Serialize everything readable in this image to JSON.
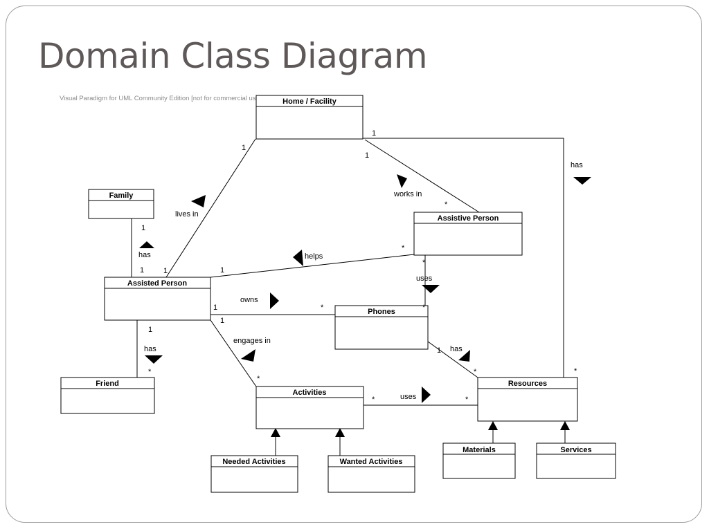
{
  "slide": {
    "title": "Domain Class Diagram"
  },
  "watermark": "Visual Paradigm for UML Community Edition [not for commercial use]",
  "classes": {
    "home_facility": "Home / Facility",
    "family": "Family",
    "assistive_person": "Assistive Person",
    "assisted_person": "Assisted Person",
    "phones": "Phones",
    "friend": "Friend",
    "activities": "Activities",
    "resources": "Resources",
    "needed_activities": "Needed Activities",
    "wanted_activities": "Wanted Activities",
    "materials": "Materials",
    "services": "Services"
  },
  "associations": {
    "lives_in": {
      "label": "lives in",
      "mult_a": "1",
      "mult_b": "1"
    },
    "works_in": {
      "label": "works in",
      "mult_a": "1",
      "mult_b": "*"
    },
    "home_has": {
      "label": "has",
      "mult_a": "1",
      "mult_b": "*"
    },
    "family_has": {
      "label": "has",
      "mult_a": "1",
      "mult_b": "1"
    },
    "helps": {
      "label": "helps",
      "mult_a": "1",
      "mult_b": "*"
    },
    "uses_phones": {
      "label": "uses",
      "mult_a": "*",
      "mult_b": "*"
    },
    "owns": {
      "label": "owns",
      "mult_a": "1",
      "mult_b": "*"
    },
    "friend_has": {
      "label": "has",
      "mult_a": "1",
      "mult_b": "*"
    },
    "engages_in": {
      "label": "engages in",
      "mult_a": "1",
      "mult_b": "*"
    },
    "phones_has": {
      "label": "has",
      "mult_a": "1",
      "mult_b": "*"
    },
    "activities_uses": {
      "label": "uses",
      "mult_a": "*",
      "mult_b": "*"
    }
  }
}
